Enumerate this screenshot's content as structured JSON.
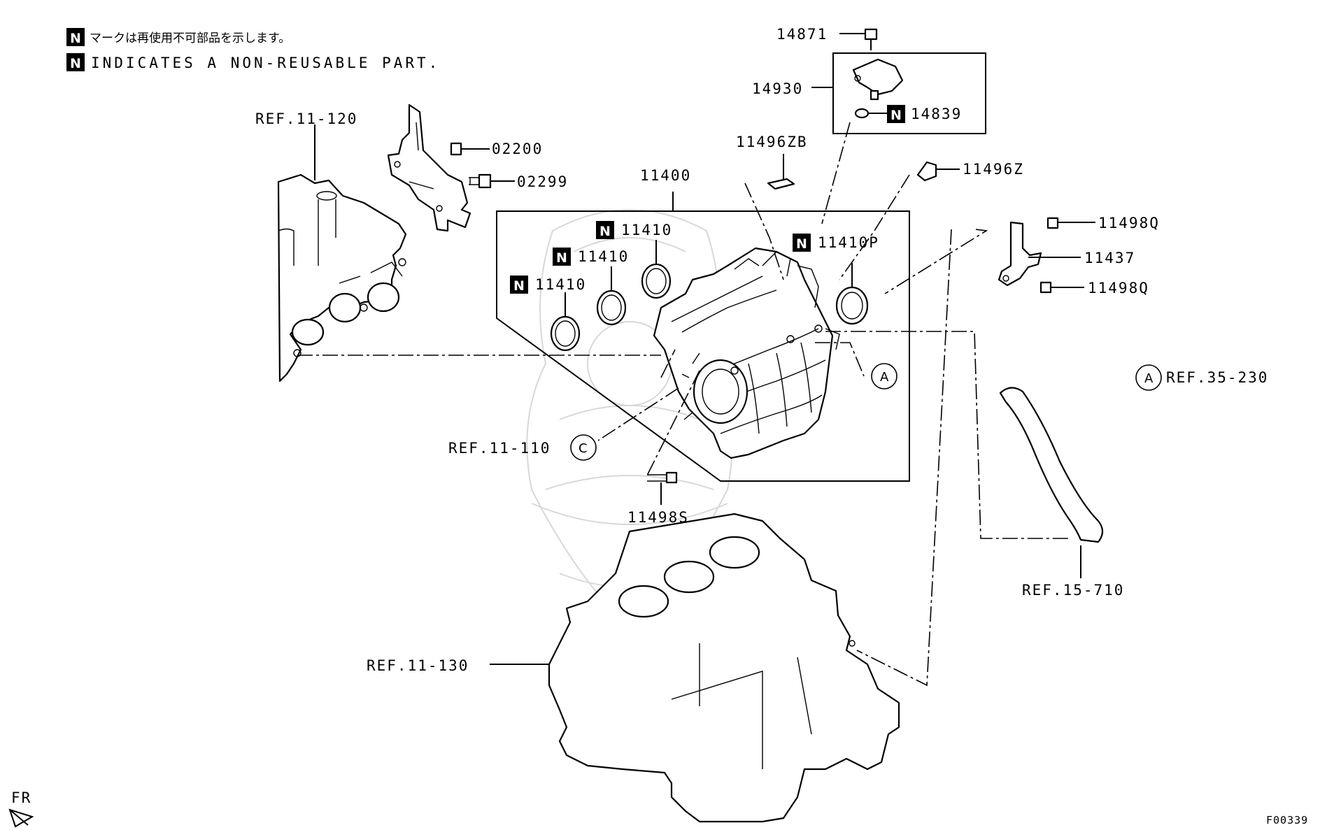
{
  "notes": {
    "badge_letter": "N",
    "japanese": "マークは再使用不可部品を示します。",
    "english": "INDICATES A NON-REUSABLE PART."
  },
  "parts": {
    "p14871": "14871",
    "p14930": "14930",
    "p14839": "14839",
    "p11496ZB": "11496ZB",
    "p11496Z": "11496Z",
    "p11400": "11400",
    "p11410a": "11410",
    "p11410b": "11410",
    "p11410c": "11410",
    "p11410P": "11410P",
    "p11498Q_top": "11498Q",
    "p11437": "11437",
    "p11498Q_bot": "11498Q",
    "p02200": "02200",
    "p02299": "02299",
    "p11498S": "11498S"
  },
  "refs": {
    "r11_120": "REF.11-120",
    "r11_110": "REF.11-110",
    "r11_130": "REF.11-130",
    "r15_710": "REF.15-710",
    "r35_230": "REF.35-230"
  },
  "callouts": {
    "a": "A",
    "c": "C"
  },
  "direction": "FR",
  "drawing_code": "F00339"
}
